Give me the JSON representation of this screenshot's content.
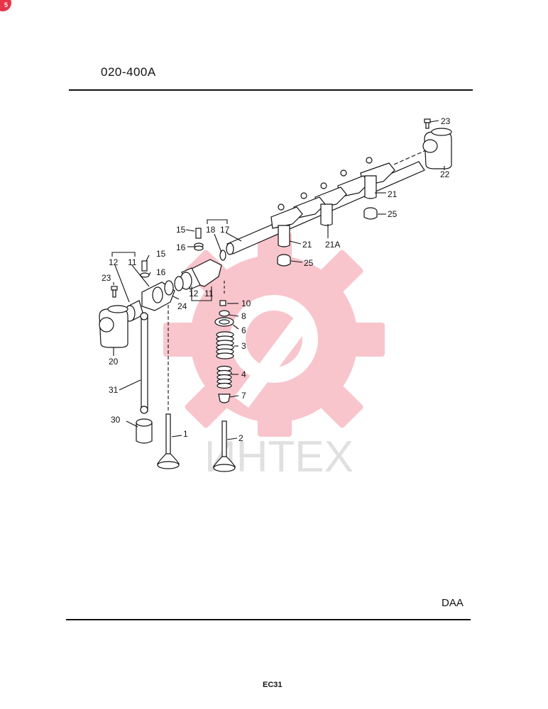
{
  "page": {
    "doc_code": "020-400A",
    "section_code": "DAA",
    "page_number": "EC31",
    "badge_text": "5"
  },
  "watermark": {
    "text": "ИНТЕХ",
    "color": "#e8344a"
  },
  "callouts": {
    "c23a": "23",
    "c22": "22",
    "c21a": "21",
    "c25a": "25",
    "c21b": "21",
    "c21A": "21A",
    "c25b": "25",
    "c15a": "15",
    "c18": "18",
    "c17": "17",
    "c16a": "16",
    "c12a": "12",
    "c11a": "11",
    "c15b": "15",
    "c16b": "16",
    "c23b": "23",
    "c24": "24",
    "c12b": "12",
    "c11b": "11",
    "c10": "10",
    "c8": "8",
    "c6": "6",
    "c3": "3",
    "c4": "4",
    "c7": "7",
    "c20": "20",
    "c31": "31",
    "c30": "30",
    "c1": "1",
    "c2": "2"
  }
}
